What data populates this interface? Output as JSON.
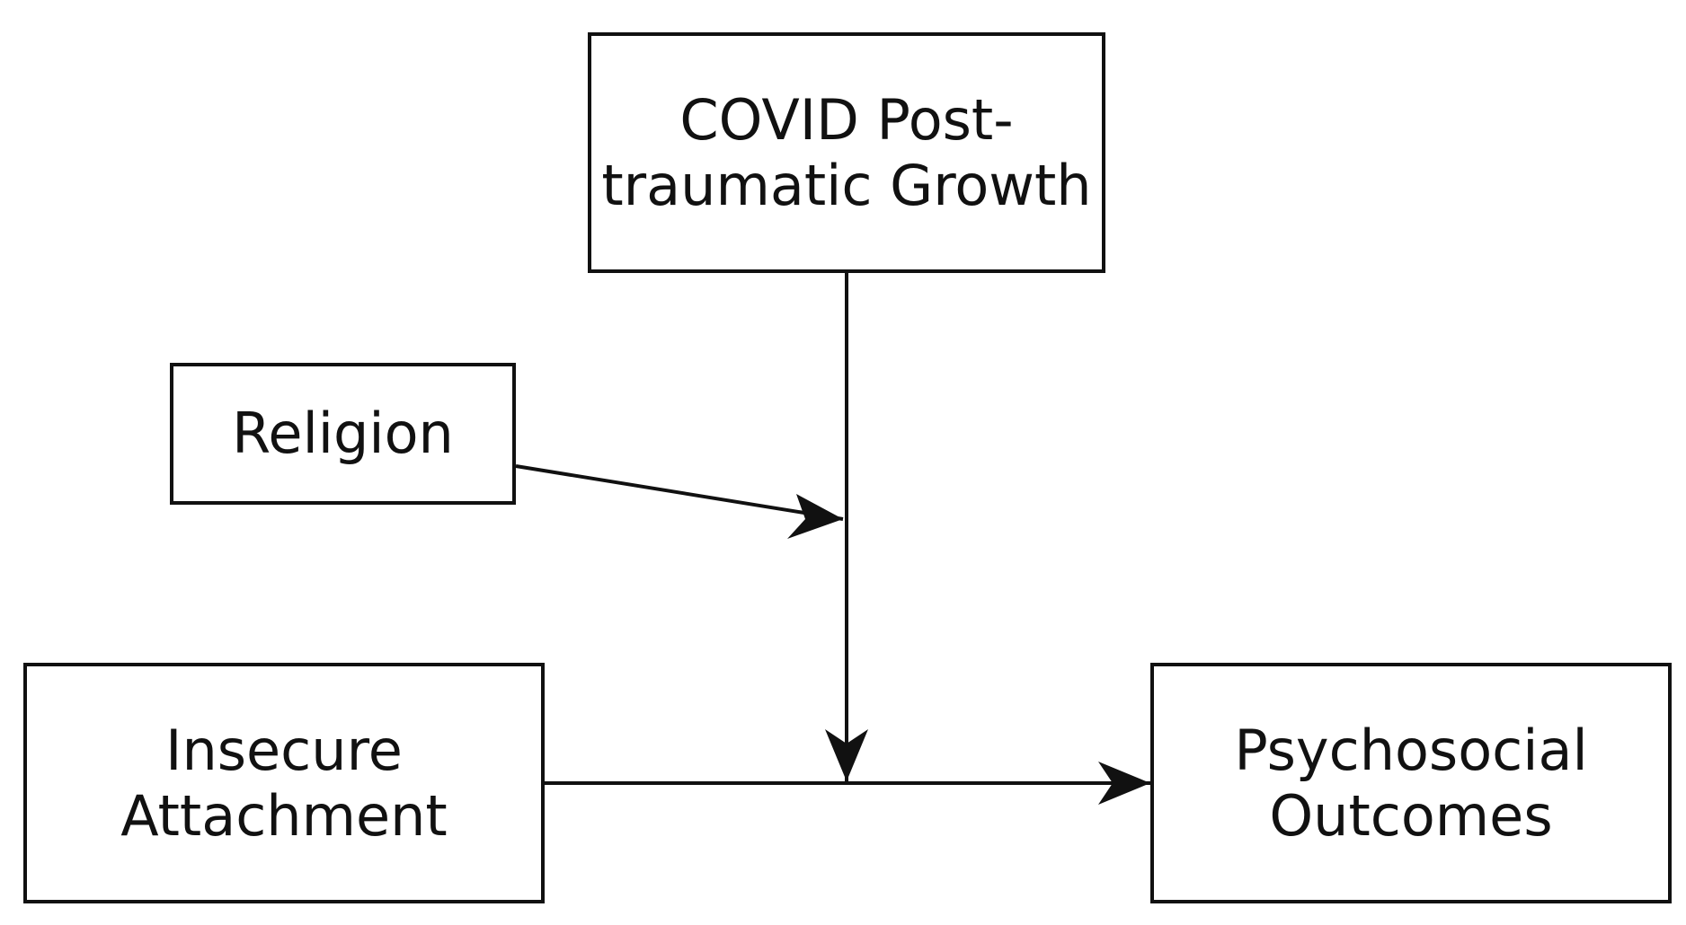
{
  "diagram": {
    "nodes": {
      "covid_growth": {
        "lines": [
          "COVID Post-",
          "traumatic Growth"
        ]
      },
      "religion": {
        "lines": [
          "Religion"
        ]
      },
      "insecure_attachment": {
        "lines": [
          "Insecure",
          "Attachment"
        ]
      },
      "psychosocial_outcomes": {
        "lines": [
          "Psychosocial",
          "Outcomes"
        ]
      }
    },
    "edges": [
      {
        "from": "insecure_attachment",
        "to": "psychosocial_outcomes",
        "type": "direct-effect"
      },
      {
        "from": "covid_growth",
        "to": "insecure_attachment->psychosocial_outcomes",
        "type": "moderation"
      },
      {
        "from": "religion",
        "to": "covid_growth->insecure_attachment->psychosocial_outcomes",
        "type": "moderated-moderation"
      }
    ],
    "colors": {
      "stroke": "#111111",
      "background": "#ffffff"
    }
  }
}
